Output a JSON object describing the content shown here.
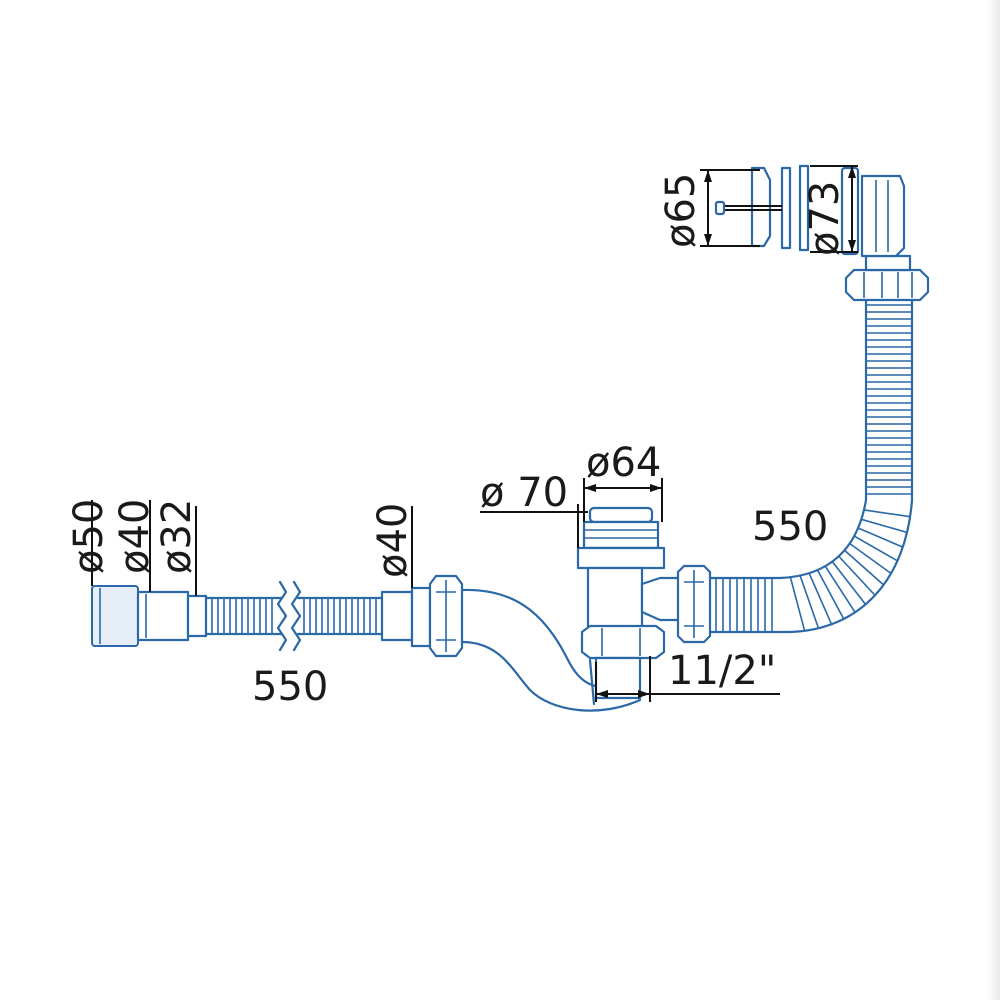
{
  "labels": {
    "d50": "ø50",
    "d40_left": "ø40",
    "d32": "ø32",
    "d40_mid": "ø40",
    "len_left": "550",
    "d70": "ø 70",
    "d64": "ø64",
    "len_right": "550",
    "thread": "11/2\"",
    "d65": "ø65",
    "d73": "ø73"
  },
  "colors": {
    "outline": "#2a68a8",
    "dimension": "#111111",
    "background": "#ffffff"
  }
}
